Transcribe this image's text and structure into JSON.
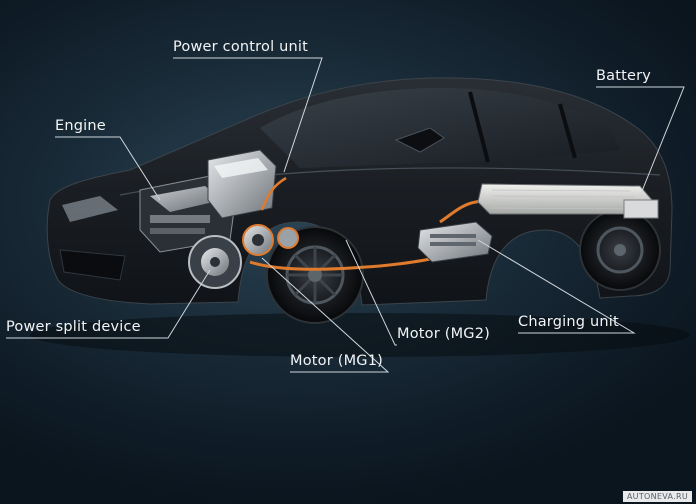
{
  "labels": {
    "power_control_unit": "Power control unit",
    "battery": "Battery",
    "engine": "Engine",
    "power_split_device": "Power split device",
    "motor_mg2": "Motor (MG2)",
    "charging_unit": "Charging unit",
    "motor_mg1": "Motor (MG1)"
  },
  "watermark": "AUTONEVA.RU",
  "colors": {
    "background": "#1a2c39",
    "car_body": "#1c2025",
    "cable": "#e07a2c",
    "label_text": "#f2f4f6",
    "leader_line": "#cfd6dc"
  }
}
